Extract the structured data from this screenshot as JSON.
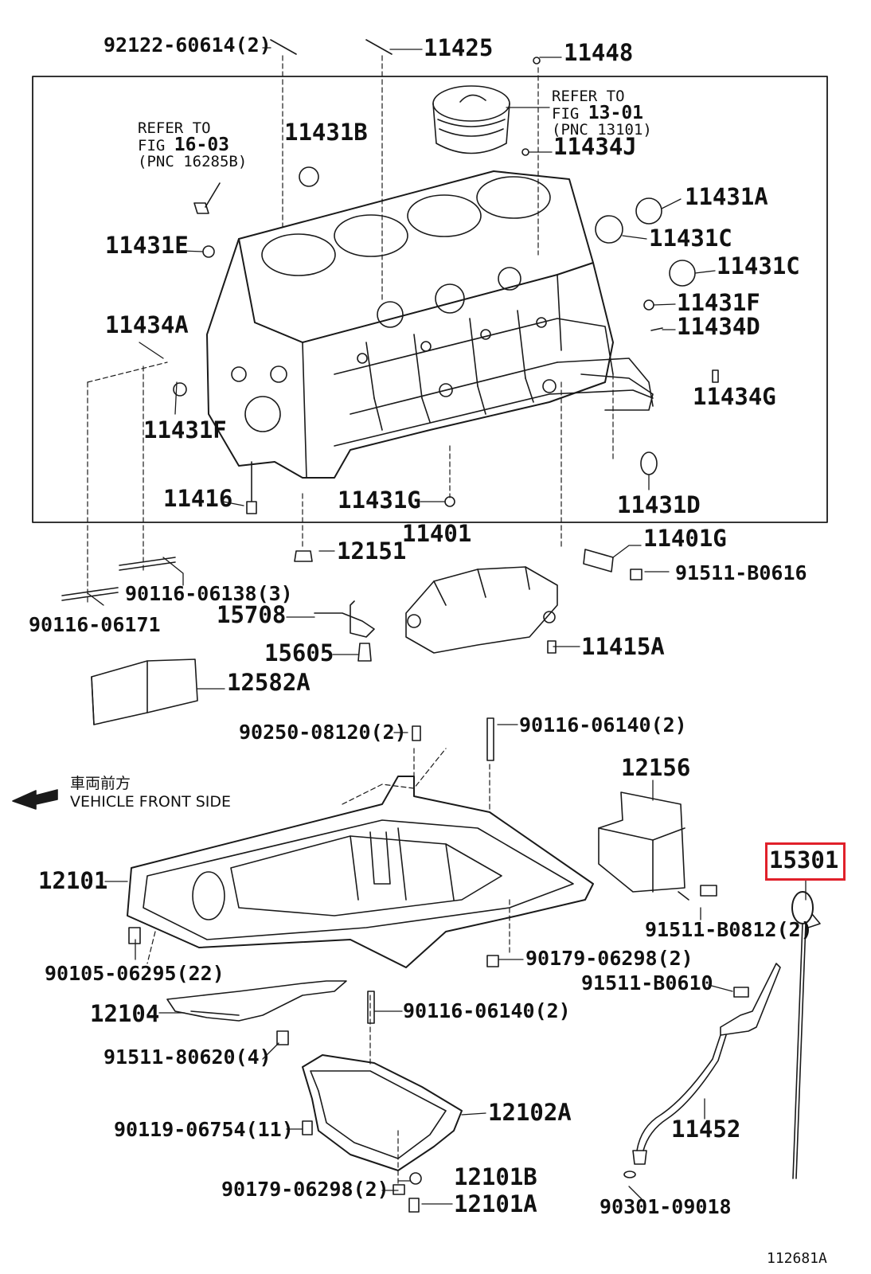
{
  "figure_number": "112681A",
  "highlighted_part": "15301",
  "vehicle_front": {
    "jp": "車両前方",
    "en": "VEHICLE FRONT SIDE"
  },
  "references": {
    "fig_16_03": {
      "line1": "REFER TO",
      "line2_prefix": "FIG",
      "line2_fig": "16-03",
      "line3": "(PNC 16285B)"
    },
    "fig_13_01": {
      "line1": "REFER TO",
      "line2_prefix": "FIG",
      "line2_fig": "13-01",
      "line3": "(PNC 13101)"
    }
  },
  "parts": {
    "p92122": "92122-60614(2)",
    "p11425": "11425",
    "p11448": "11448",
    "p11431B": "11431B",
    "p11434J": "11434J",
    "p11431A": "11431A",
    "p11431C_1": "11431C",
    "p11431C_2": "11431C",
    "p11431E": "11431E",
    "p11431F_r": "11431F",
    "p11434D": "11434D",
    "p11434A": "11434A",
    "p11434G": "11434G",
    "p11431F_l": "11431F",
    "p11416": "11416",
    "p11431G": "11431G",
    "p11431D": "11431D",
    "p11401": "11401",
    "p12151": "12151",
    "p11401G": "11401G",
    "p91511_B0616": "91511-B0616",
    "p90116_06138": "90116-06138(3)",
    "p90116_06171": "90116-06171",
    "p15708": "15708",
    "p15605": "15605",
    "p11415A": "11415A",
    "p12582A": "12582A",
    "p90250": "90250-08120(2)",
    "p90116_06140_a": "90116-06140(2)",
    "p12156": "12156",
    "p15301": "15301",
    "p12101": "12101",
    "p91511_B0812": "91511-B0812(2)",
    "p90105": "90105-06295(22)",
    "p90179_a": "90179-06298(2)",
    "p91511_B0610": "91511-B0610",
    "p12104": "12104",
    "p90116_06140_b": "90116-06140(2)",
    "p91511_80620": "91511-80620(4)",
    "p12102A": "12102A",
    "p90119": "90119-06754(11)",
    "p11452": "11452",
    "p12101B": "12101B",
    "p90179_b": "90179-06298(2)",
    "p12101A": "12101A",
    "p90301": "90301-09018"
  },
  "colors": {
    "line": "#1a1a1a",
    "highlight": "#e0202a",
    "background": "#ffffff"
  }
}
